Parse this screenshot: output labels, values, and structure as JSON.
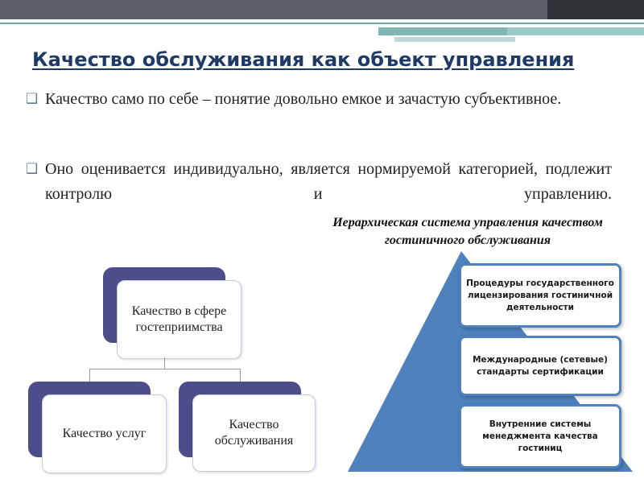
{
  "slide": {
    "title": "Качество обслуживания как объект управления",
    "bullets": [
      "Качество само по себе – понятие довольно емкое и зачастую субъективное.",
      "Оно оценивается индивидуально, является нормируемой категорией, подлежит контролю и управлению."
    ],
    "bullet_marker": "❑"
  },
  "hierarchy": {
    "top": "Качество в сфере гостеприимства",
    "left": "Качество услуг",
    "right": "Качество обслуживания"
  },
  "pyramid": {
    "caption": "Иерархическая система управления качеством гостиничного обслуживания",
    "levels": [
      "Процедуры государственного лицензирования гостиничной деятельности",
      "Международные (сетевые) стандарты сертификации",
      "Внутренние системы менеджмента качества гостиниц"
    ]
  },
  "colors": {
    "title": "#1f3a66",
    "pyramid_fill": "#4f81bd",
    "box_shadow": "#4c4d8a"
  }
}
